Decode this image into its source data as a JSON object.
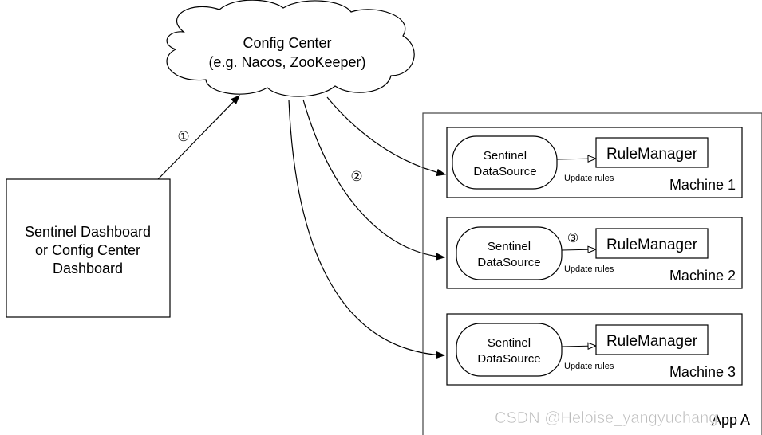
{
  "cloud": {
    "line1": "Config Center",
    "line2": "(e.g. Nacos, ZooKeeper)"
  },
  "dashboard": {
    "line1": "Sentinel Dashboard",
    "line2": "or Config Center",
    "line3": "Dashboard"
  },
  "steps": {
    "push": "①",
    "pull": "②",
    "update": "③"
  },
  "app": {
    "label": "App A"
  },
  "machines": [
    {
      "label": "Machine 1",
      "ds1": "Sentinel",
      "ds2": "DataSource",
      "rm": "RuleManager",
      "edge": "Update rules"
    },
    {
      "label": "Machine 2",
      "ds1": "Sentinel",
      "ds2": "DataSource",
      "rm": "RuleManager",
      "edge": "Update rules"
    },
    {
      "label": "Machine 3",
      "ds1": "Sentinel",
      "ds2": "DataSource",
      "rm": "RuleManager",
      "edge": "Update rules"
    }
  ],
  "watermark": "CSDN @Heloise_yangyuchang"
}
